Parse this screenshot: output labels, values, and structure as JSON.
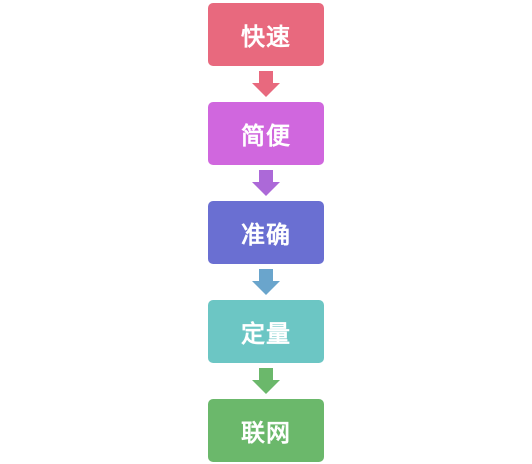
{
  "flow": {
    "steps": [
      {
        "label": "快速",
        "color": "#e8697e"
      },
      {
        "label": "简便",
        "color": "#d067de"
      },
      {
        "label": "准确",
        "color": "#6a6fd2"
      },
      {
        "label": "定量",
        "color": "#6cc6c4"
      },
      {
        "label": "联网",
        "color": "#6bb86b"
      }
    ],
    "arrows": [
      {
        "icon": "down-arrow-icon",
        "color": "#e8697e"
      },
      {
        "icon": "down-arrow-icon",
        "color": "#ac69d8"
      },
      {
        "icon": "down-arrow-icon",
        "color": "#6aa5cc"
      },
      {
        "icon": "down-arrow-icon",
        "color": "#6bb86b"
      }
    ]
  }
}
